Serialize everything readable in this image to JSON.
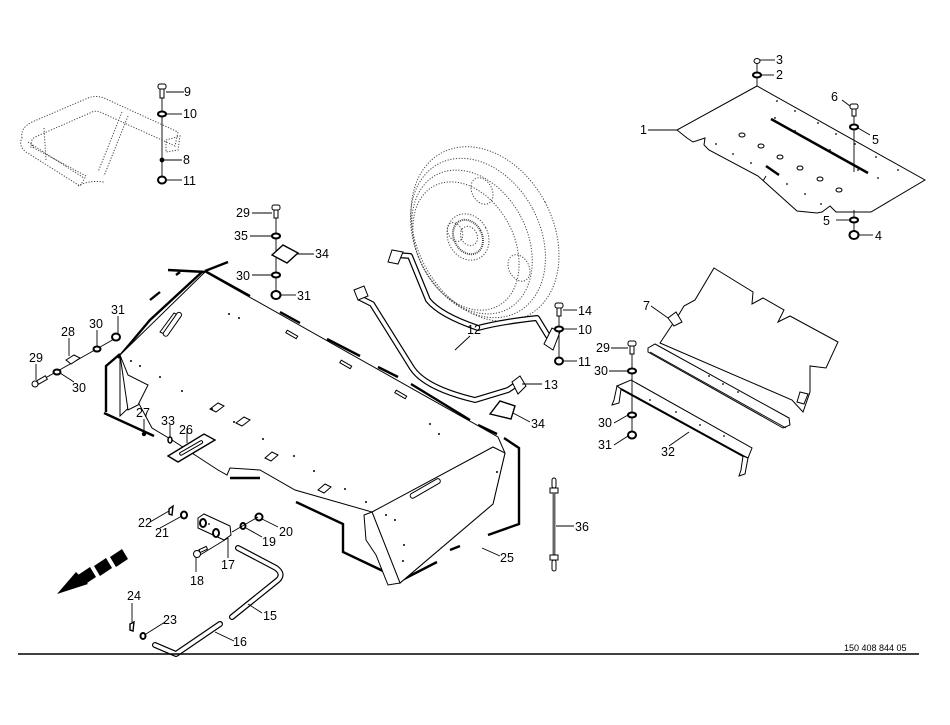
{
  "document": {
    "type": "exploded parts diagram",
    "drawing_number": "150 408 844 05"
  },
  "callouts": {
    "p1": "1",
    "p2": "2",
    "p3": "3",
    "p4": "4",
    "p5a": "5",
    "p5b": "5",
    "p6": "6",
    "p7": "7",
    "p8": "8",
    "p9": "9",
    "p10a": "10",
    "p10b": "10",
    "p11a": "11",
    "p11b": "11",
    "p12": "12",
    "p13": "13",
    "p14": "14",
    "p15": "15",
    "p16": "16",
    "p17": "17",
    "p18": "18",
    "p19": "19",
    "p20": "20",
    "p21": "21",
    "p22": "22",
    "p23": "23",
    "p24": "24",
    "p25": "25",
    "p26": "26",
    "p27": "27",
    "p28": "28",
    "p29a": "29",
    "p29b": "29",
    "p29c": "29",
    "p30a": "30",
    "p30b": "30",
    "p30c": "30",
    "p30d": "30",
    "p30e": "30",
    "p31a": "31",
    "p31b": "31",
    "p31c": "31",
    "p32": "32",
    "p33": "33",
    "p34a": "34",
    "p34b": "34",
    "p35": "35",
    "p36": "36"
  },
  "direction_arrow": {
    "meaning": "forward-direction-indicator"
  }
}
